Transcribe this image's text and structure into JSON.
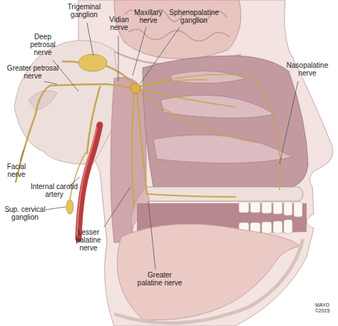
{
  "diagram": {
    "labels": [
      "Trigeminal ganglion",
      "Vidian nerve",
      "Maxillary nerve",
      "Sphenopalatine ganglion",
      "Deep petrosal nerve",
      "Greater petrosal nerve",
      "Nasopalatine nerve",
      "Facial nerve",
      "Internal carotid artery",
      "Sup. cervical ganglion",
      "Lesser palatine nerve",
      "Greater palatine nerve",
      "MAYO ©2015"
    ]
  }
}
